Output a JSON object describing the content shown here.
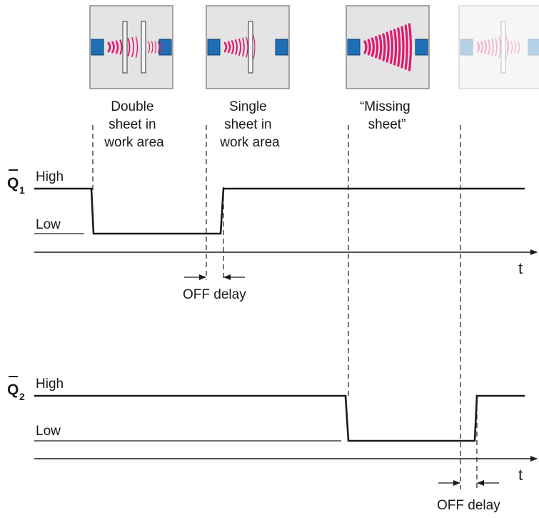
{
  "scenes": [
    {
      "caption": [
        "Double",
        "sheet in",
        "work area"
      ],
      "sheets": 2,
      "wave": "strong",
      "faded": false
    },
    {
      "caption": [
        "Single",
        "sheet in",
        "work area"
      ],
      "sheets": 1,
      "wave": "medium",
      "faded": false
    },
    {
      "caption": [
        "“Missing",
        "sheet”"
      ],
      "sheets": 0,
      "wave": "full",
      "faded": false
    },
    {
      "caption": [],
      "sheets": 1,
      "wave": "medium",
      "faded": true
    }
  ],
  "signals": [
    {
      "name": "Q",
      "subscript": "1",
      "high_label": "High",
      "low_label": "Low",
      "axis_label": "t",
      "delay_label": "OFF delay"
    },
    {
      "name": "Q",
      "subscript": "2",
      "high_label": "High",
      "low_label": "Low",
      "axis_label": "t",
      "delay_label": "OFF delay"
    }
  ],
  "colors": {
    "line": "#1a1a1a",
    "emitter": "#1e6fb5",
    "wave": "#e0186d",
    "panel_bg": "#e4e4e4",
    "panel_border": "#8a8a8a"
  }
}
